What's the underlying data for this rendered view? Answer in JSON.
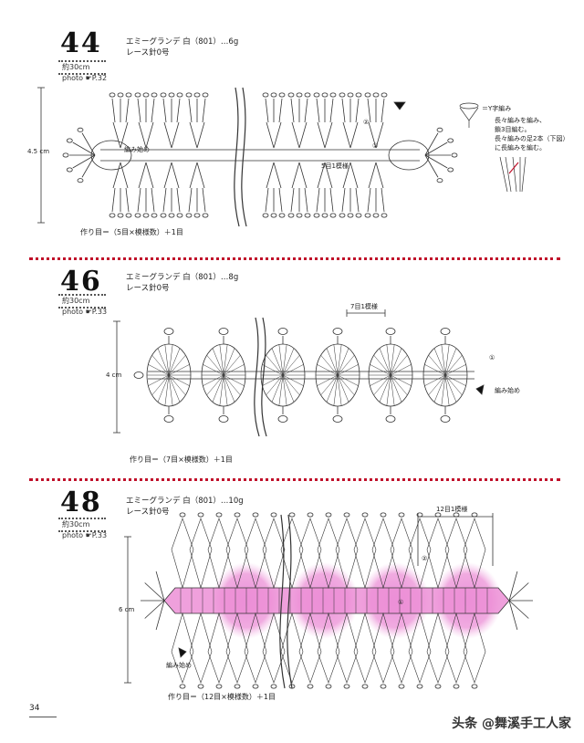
{
  "patterns": [
    {
      "number": "44",
      "length": "約30cm",
      "photo": "photo ☛P.32",
      "yarn": "エミーグランデ 白（801）…6g",
      "hook": "レース針0号",
      "height": "4.5 cm",
      "start": "編み始め",
      "repeat": "5目1模様",
      "round1": "①",
      "round2": "②",
      "chain": "作り目＝（5目×模様数）＋1目"
    },
    {
      "number": "46",
      "length": "約30cm",
      "photo": "photo ☛P.33",
      "yarn": "エミーグランデ 白（801）…8g",
      "hook": "レース針0号",
      "height": "4 cm",
      "start": "編み始め",
      "repeat": "7目1模様",
      "round1": "①",
      "chain": "作り目＝（7目×模様数）＋1目"
    },
    {
      "number": "48",
      "length": "約30cm",
      "photo": "photo ☛P.33",
      "yarn": "エミーグランデ 白（801）…10g",
      "hook": "レース針0号",
      "height": "6 cm",
      "start": "編み始め",
      "repeat": "12目1模様",
      "round1": "①",
      "round2": "②",
      "chain": "作り目＝（12目×模様数）＋1目"
    }
  ],
  "legend_44": {
    "title": "＝Y字編み",
    "lines": [
      "長々編みを編み、",
      "鎖3目編む。",
      "長々編みの足2本（下図）",
      "に長編みを編む。"
    ]
  },
  "page_number": "34",
  "watermark": "头条 @舞溪手工人家",
  "colors": {
    "ink": "#222222",
    "separator": "#c0102a",
    "pink": "#ec8fd6"
  }
}
